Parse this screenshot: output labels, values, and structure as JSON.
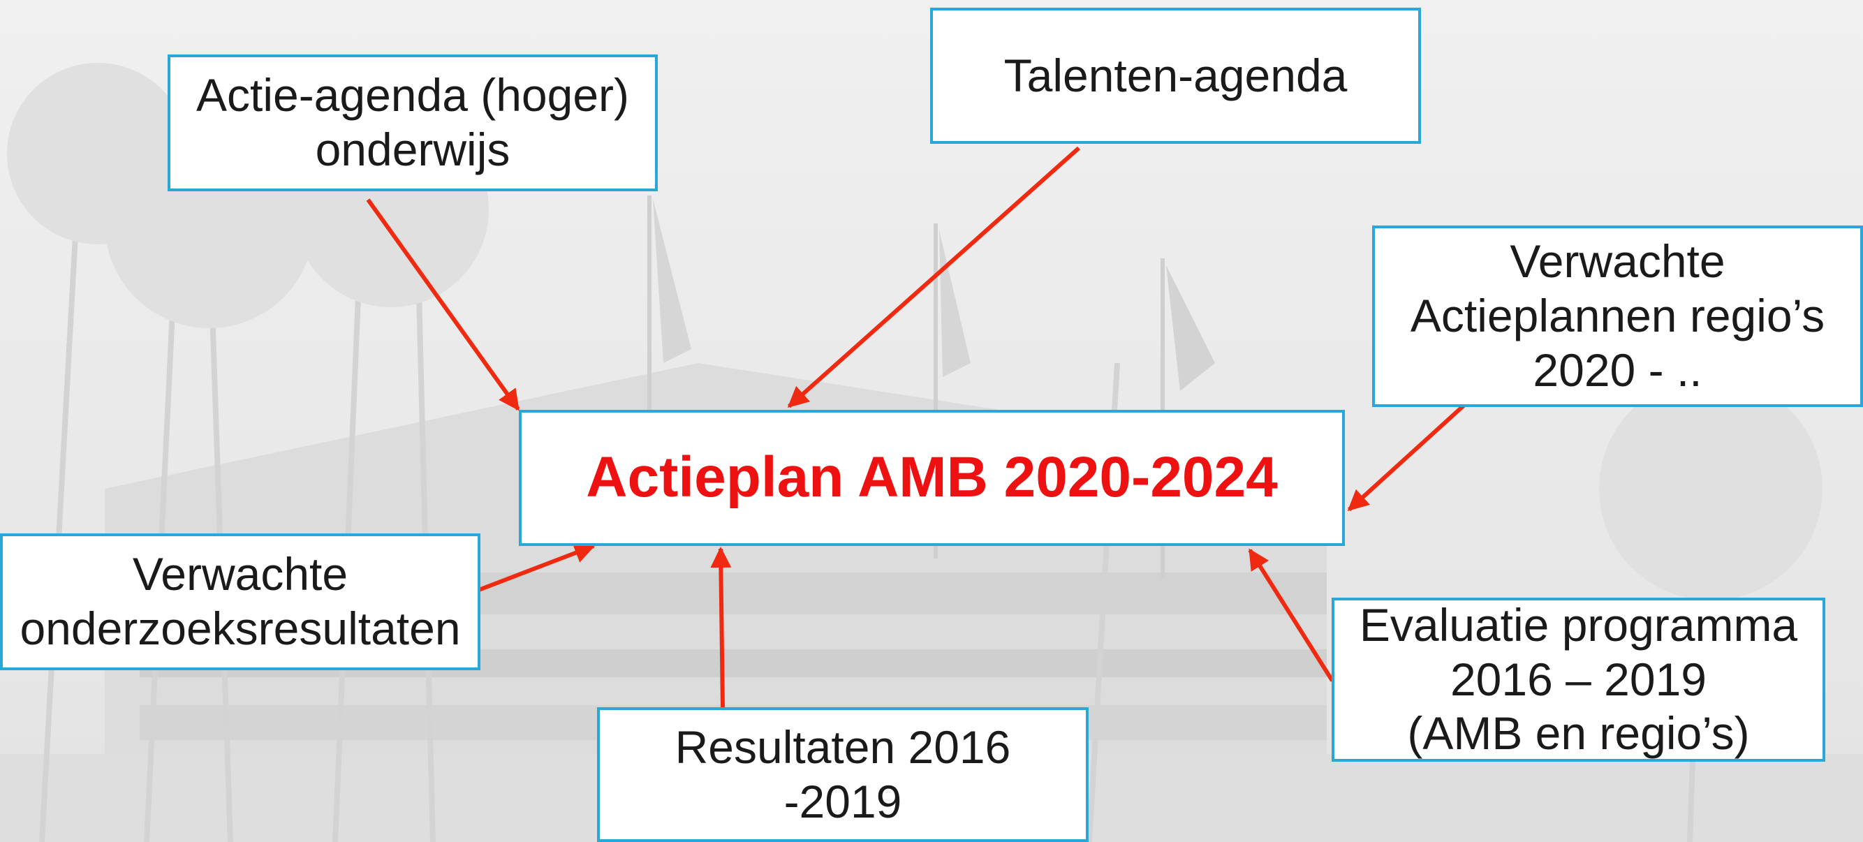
{
  "slide": {
    "central": {
      "title": "Actieplan AMB 2020-2024"
    },
    "boxes": {
      "actie_agenda": "Actie-agenda (hoger)\nonderwijs",
      "talenten_agenda": "Talenten-agenda",
      "verwachte_actieplannen": "Verwachte\nActieplannen regio’s\n2020 - ..",
      "verwachte_onderzoek": "Verwachte\nonderzoeksresultaten",
      "resultaten": "Resultaten 2016\n-2019",
      "evaluatie": "Evaluatie programma\n2016 – 2019\n(AMB en regio’s)"
    }
  },
  "colors": {
    "box_border": "#2aa7d6",
    "arrow": "#f02a10",
    "central_text": "#ee1111",
    "text": "#1a1a1a"
  }
}
